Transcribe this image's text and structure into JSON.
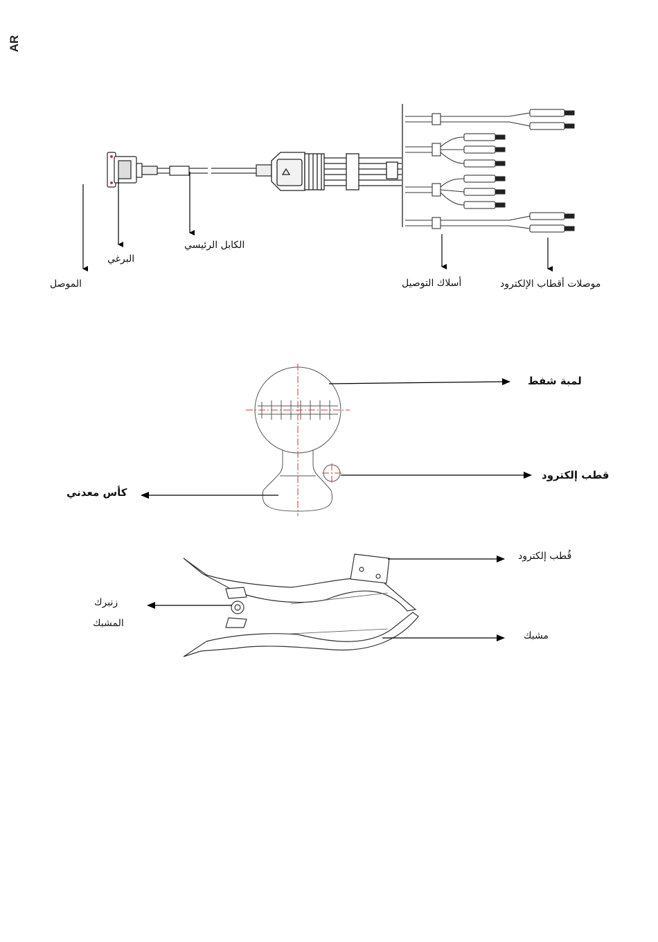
{
  "page": {
    "language_tag": "AR"
  },
  "cable_diagram": {
    "labels": {
      "connector": "الموصل",
      "screw": "البرغي",
      "main_cable": "الكابل الرئيسي",
      "lead_wires": "أسلاك التوصيل",
      "electrode_connectors": "موصلات أقطاب الإلكترود"
    }
  },
  "suction_electrode": {
    "labels": {
      "suction_bulb": "لمبة شفط",
      "electrode": "قطب إلكترود",
      "metal_cup": "كأس معدني"
    }
  },
  "limb_clamp": {
    "labels": {
      "electrode": "قُطب إلكترود",
      "clip_spring_line1": "زنبرك",
      "clip_spring_line2": "المشبك",
      "clip": "مشبك"
    }
  }
}
